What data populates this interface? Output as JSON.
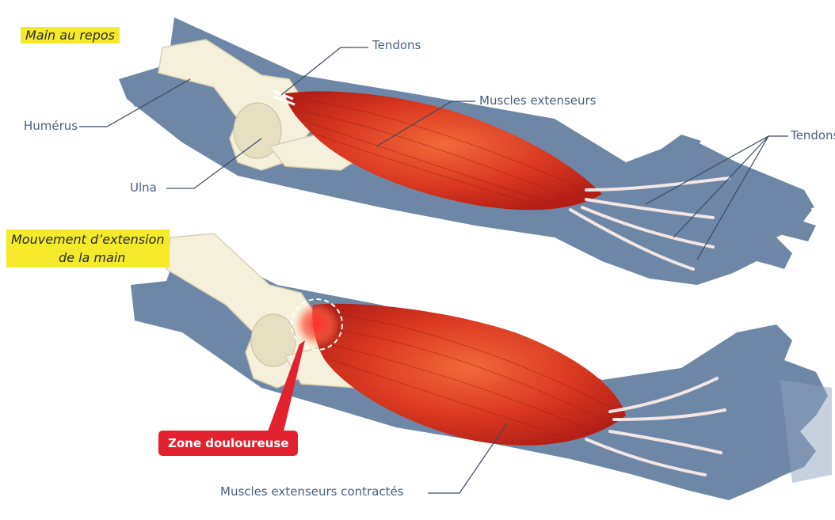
{
  "panels": {
    "rest": {
      "title": "Main au repos",
      "labels": {
        "humerus": "Humérus",
        "ulna": "Ulna",
        "tendons_top": "Tendons",
        "tendons_hand": "Tendons",
        "muscles": "Muscles extenseurs"
      }
    },
    "extension": {
      "title_line1": "Mouvement d’extension",
      "title_line2": "de la main",
      "pain_zone": "Zone douloureuse",
      "muscles": "Muscles extenseurs contractés"
    }
  },
  "colors": {
    "silhouette": "#6f87a6",
    "bone": "#f4f0dc",
    "muscle": "#d8321f",
    "highlight": "#f5ea2a",
    "alert": "#e2222e",
    "label_text": "#4b5f7e"
  }
}
